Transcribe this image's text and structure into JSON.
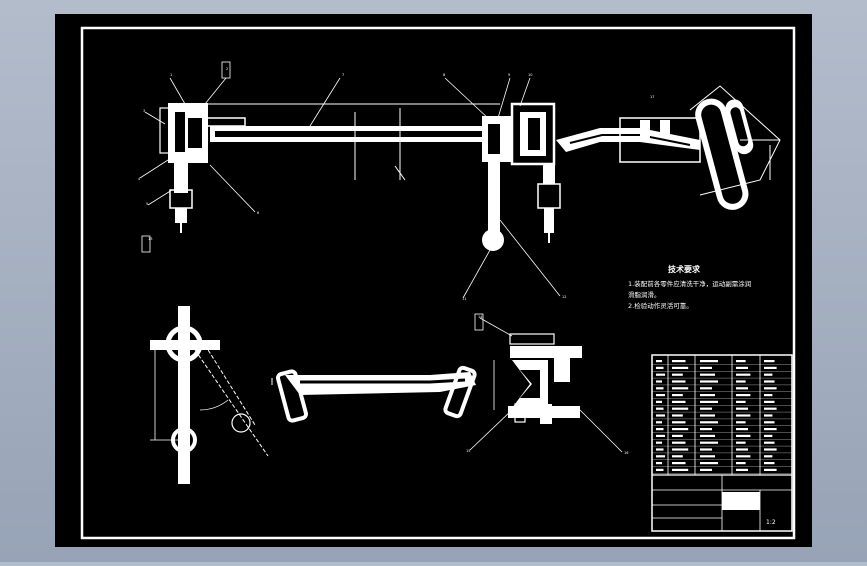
{
  "drawing": {
    "colors": {
      "background": "#000000",
      "line": "#ffffff",
      "app_frame": "#a5aebf"
    },
    "part_balloons": [
      "1",
      "2",
      "3",
      "4",
      "5",
      "6",
      "7",
      "8",
      "9",
      "10",
      "11",
      "12",
      "13",
      "14",
      "15",
      "16",
      "17"
    ],
    "technical_requirements": {
      "title": "技术要求",
      "lines": [
        "1.装配前各零件应清洗干净，运动副需涂润",
        "  滑脂润滑。",
        "2.检验动作灵活可靠。"
      ]
    },
    "title_block": {
      "drawing_name": "",
      "scale": "1:2"
    }
  }
}
